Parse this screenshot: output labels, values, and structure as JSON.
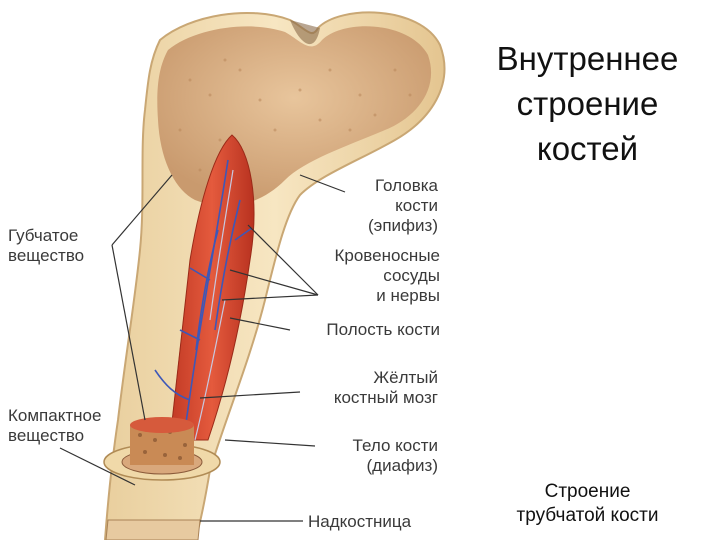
{
  "slide": {
    "title": "Внутреннее\nстроение\nкостей",
    "caption": "Строение\nтрубчатой кости"
  },
  "diagram": {
    "labels": {
      "head": "Головка\nкости\n(эпифиз)",
      "spongy": "Губчатое\nвещество",
      "vessels": "Кровеносные\nсосуды\nи нервы",
      "cavity": "Полость кости",
      "marrow": "Жёлтый\nкостный мозг",
      "compact": "Компактное\nвещество",
      "diaphysis": "Тело кости\n(диафиз)",
      "periosteum": "Надкостница"
    },
    "colors": {
      "bone_outer": "#f2dcb0",
      "spongy_fill": "#d9ae86",
      "marrow_red": "#d8452e",
      "vessel_blue": "#3d57b8",
      "leader_line": "#333333"
    }
  }
}
